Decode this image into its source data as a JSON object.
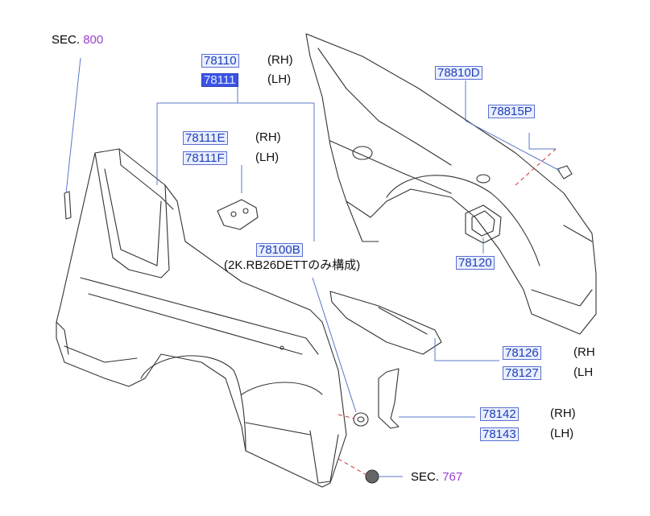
{
  "sec_800": {
    "prefix": "SEC.",
    "number": "800"
  },
  "sec_767": {
    "prefix": "SEC.",
    "number": "767"
  },
  "parts": {
    "p78110": {
      "code": "78110",
      "side": "(RH)"
    },
    "p78111": {
      "code": "78111",
      "side": "(LH)"
    },
    "p78111E": {
      "code": "78111E",
      "side": "(RH)"
    },
    "p78111F": {
      "code": "78111F",
      "side": "(LH)"
    },
    "p78100B": {
      "code": "78100B",
      "note": "(2K.RB26DETTのみ構成)"
    },
    "p78810D": {
      "code": "78810D"
    },
    "p78815P": {
      "code": "78815P"
    },
    "p78120": {
      "code": "78120"
    },
    "p78126": {
      "code": "78126",
      "side": "(RH"
    },
    "p78127": {
      "code": "78127",
      "side": "(LH"
    },
    "p78142": {
      "code": "78142",
      "side": "(RH)"
    },
    "p78143": {
      "code": "78143",
      "side": "(LH)"
    }
  },
  "colors": {
    "link": "#1f3fb8",
    "selected": "#3a54e6",
    "section": "#9b3fd0",
    "leader": "#5a78c8"
  }
}
